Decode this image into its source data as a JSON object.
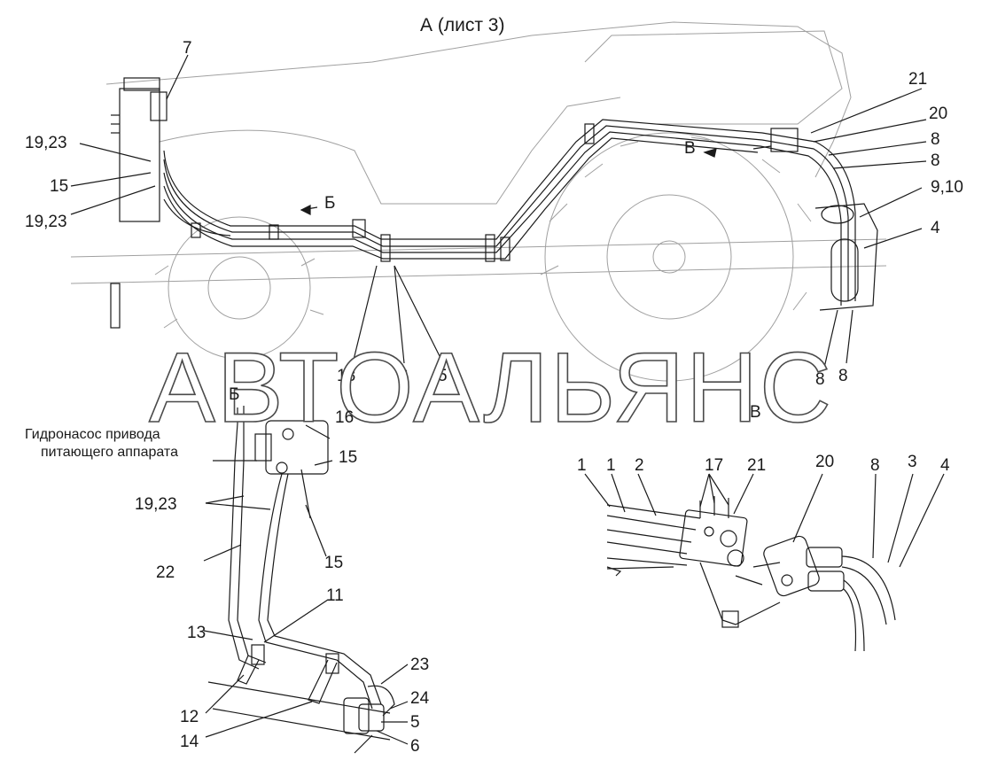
{
  "title": "А (лист 3)",
  "watermark": "АВТОАЛЬЯНС",
  "view_labels": {
    "b_top": "Б",
    "v_top": "В",
    "b_detail": "Б",
    "v_detail": "В"
  },
  "top_view_labels": {
    "l7": "7",
    "l21": "21",
    "l20": "20",
    "l8a": "8",
    "l8b": "8",
    "l1923a": "19,23",
    "l15": "15",
    "l1923b": "19,23",
    "l910": "9,10",
    "l4": "4",
    "l18": "18",
    "l6": "6",
    "l5": "5",
    "l8c": "8",
    "l8d": "8"
  },
  "detail_b": {
    "pump_note_line1": "Гидронасос привода",
    "pump_note_line2": "питающего аппарата",
    "l16": "16",
    "l15a": "15",
    "l1923": "19,23",
    "l15b": "15",
    "l22": "22",
    "l11": "11",
    "l13": "13",
    "l23": "23",
    "l24": "24",
    "l12": "12",
    "l5": "5",
    "l14": "14",
    "l6": "6"
  },
  "detail_v": {
    "l1a": "1",
    "l1b": "1",
    "l2": "2",
    "l17": "17",
    "l21": "21",
    "l20": "20",
    "l8": "8",
    "l3": "3",
    "l4": "4"
  },
  "colors": {
    "line": "#1a1a1a",
    "faint": "#9a9a9a",
    "background": "#ffffff"
  }
}
